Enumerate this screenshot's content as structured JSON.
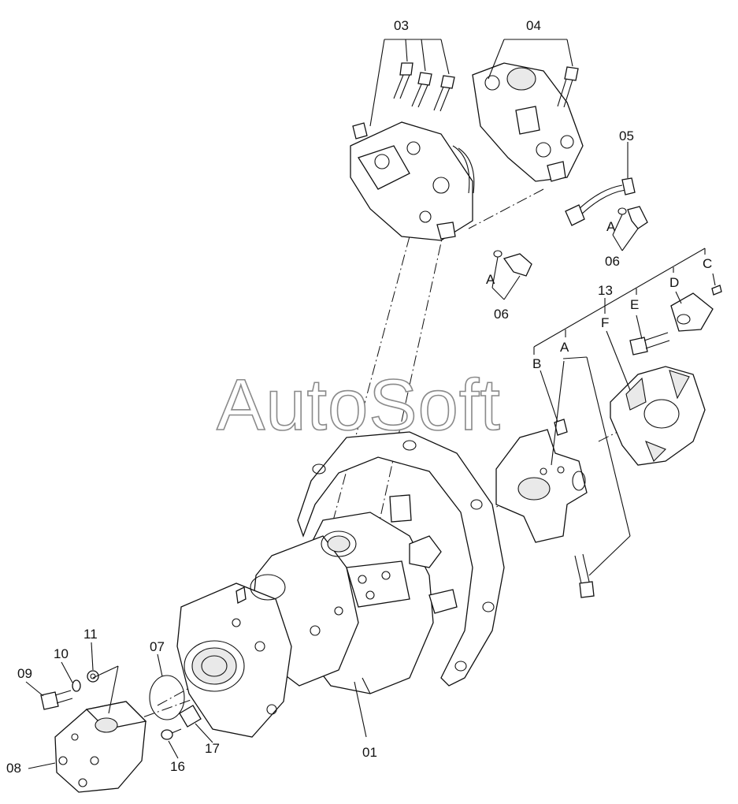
{
  "diagram": {
    "watermark": "AutoSoft",
    "callouts": {
      "c01": "01",
      "c03": "03",
      "c04": "04",
      "c05": "05",
      "c06a": "06",
      "c06b": "06",
      "c07": "07",
      "c08": "08",
      "c09": "09",
      "c10": "10",
      "c11": "11",
      "c13": "13",
      "c16": "16",
      "c17": "17"
    },
    "letters": {
      "a_upper": "A",
      "a_right": "A",
      "a_coupling": "A",
      "b": "B",
      "c": "C",
      "d": "D",
      "e": "E",
      "f": "F"
    }
  }
}
